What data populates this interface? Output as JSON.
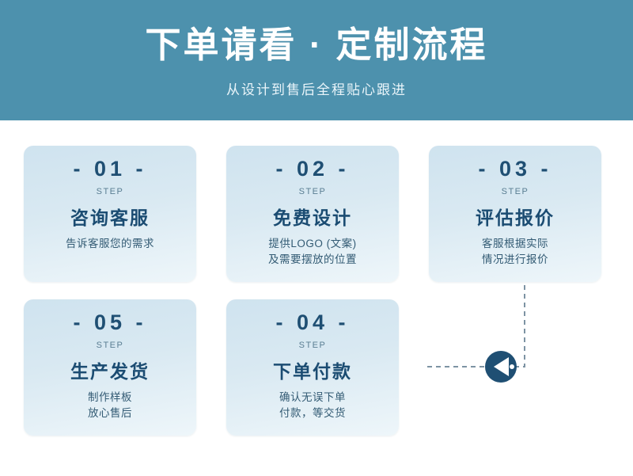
{
  "header": {
    "title": "下单请看 · 定制流程",
    "subtitle": "从设计到售后全程贴心跟进"
  },
  "colors": {
    "banner_bg": "#4d91ad",
    "card_bg_top": "#cfe3ef",
    "card_bg_bottom": "#eef6fa",
    "heading_text": "#1b4c72",
    "step_label": "#5a7e93",
    "arrow": "#1f4f73"
  },
  "steps": [
    {
      "num": "- 01 -",
      "label": "STEP",
      "title": "咨询客服",
      "desc_lines": [
        "告诉客服您的需求"
      ]
    },
    {
      "num": "- 02 -",
      "label": "STEP",
      "title": "免费设计",
      "desc_lines": [
        "提供LOGO (文案)",
        "及需要摆放的位置"
      ]
    },
    {
      "num": "- 03 -",
      "label": "STEP",
      "title": "评估报价",
      "desc_lines": [
        "客服根据实际",
        "情况进行报价"
      ]
    },
    {
      "num": "- 05 -",
      "label": "STEP",
      "title": "生产发货",
      "desc_lines": [
        "制作样板",
        "放心售后"
      ]
    },
    {
      "num": "- 04 -",
      "label": "STEP",
      "title": "下单付款",
      "desc_lines": [
        "确认无误下单",
        "付款，等交货"
      ]
    }
  ],
  "connector": {
    "icon": "left-arrow-icon"
  }
}
